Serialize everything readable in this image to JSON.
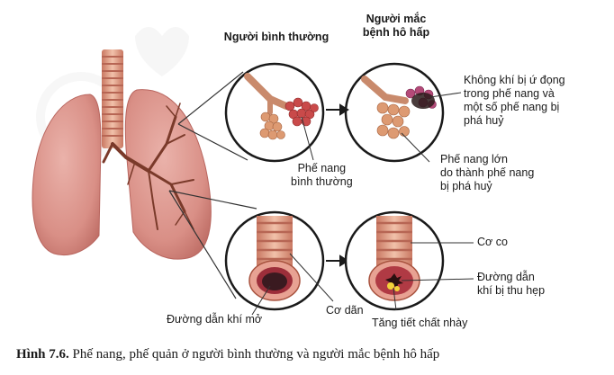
{
  "headers": {
    "normal": "Người bình thường",
    "disease": "Người mắc\nbệnh hô hấp"
  },
  "labels": {
    "alveoli_normal": "Phế nang\nbình thường",
    "stagnant_air": "Không khí bị ứ đọng\ntrong phế nang và\nmột số phế nang bị\nphá huỷ",
    "enlarged_alveoli": "Phế nang lớn\ndo thành phế nang\nbị phá huỷ",
    "muscle_contract": "Cơ co",
    "airway_narrowed": "Đường dẫn\nkhí bị thu hẹp",
    "airway_open": "Đường dẫn khí mở",
    "muscle_relaxed": "Cơ dãn",
    "mucus": "Tăng tiết chất nhày"
  },
  "caption": {
    "figure_no": "Hình 7.6.",
    "text": " Phế nang, phế quản ở người bình thường và người mắc bệnh hô hấp"
  },
  "colors": {
    "lung": "#d98f86",
    "lung_dark": "#b9665f",
    "bronchi": "#7a3a2a",
    "alveoli_normal": "#c94a4a",
    "alveoli_disease": "#d8906a",
    "airway_ring": "#e9a58f",
    "airway_inner": "#9c2e3a"
  }
}
